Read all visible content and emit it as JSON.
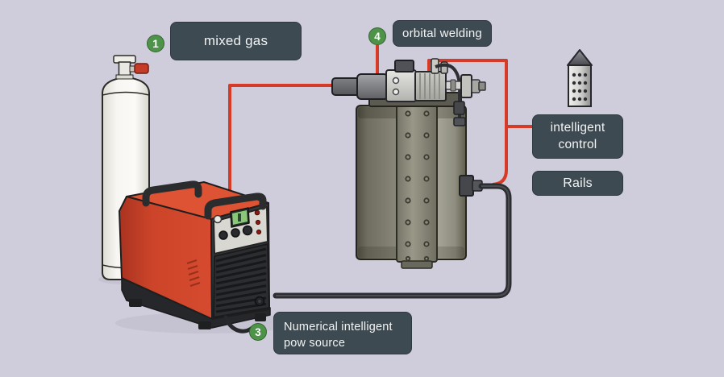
{
  "scene": {
    "colors": {
      "background": "#cfccdb",
      "callout_background": "#3e4a52",
      "callout_text": "#f3f4f4",
      "badge_green": "#4e9349",
      "connection_line_red": "#d63b28",
      "cable_dark": "#2c2d30",
      "power_source_red": "#d04a2e"
    },
    "icons": {
      "pendant": "remote-control-pendant-icon"
    }
  },
  "callouts": {
    "mixed_gas": {
      "number": "1",
      "label": "mixed gas"
    },
    "orbital_welding": {
      "number": "4",
      "label": "orbital welding"
    },
    "power_source": {
      "number": "3",
      "label": "Numerical intelligent pow source"
    },
    "intelligent_control": {
      "label": "intelligent control"
    },
    "rails": {
      "label": "Rails"
    }
  }
}
